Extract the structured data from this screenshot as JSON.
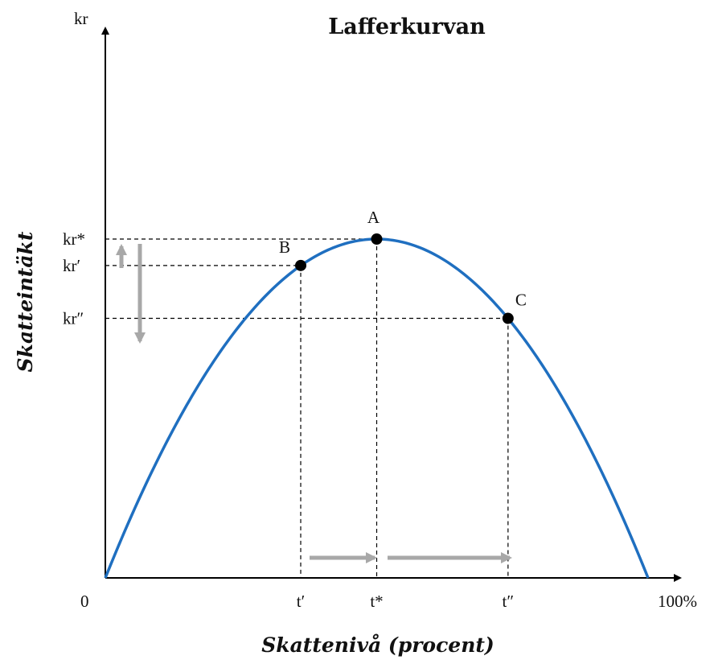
{
  "chart_data": {
    "type": "line",
    "title": "Lafferkurvan",
    "xlabel": "Skattenivå (procent)",
    "ylabel": "Skatteintäkt",
    "y_unit_label": "kr",
    "x_origin_label": "0",
    "x_end_label": "100%",
    "xlim": [
      0,
      1
    ],
    "ylim": [
      0,
      1
    ],
    "curve_shape": "inverted-parabola",
    "series": [
      {
        "color": "#1f6fc0",
        "x": [
          0,
          0.1,
          0.2,
          0.3,
          0.4,
          0.5,
          0.6,
          0.7,
          0.8,
          0.9,
          1.0
        ],
        "y": [
          0,
          0.36,
          0.64,
          0.84,
          0.96,
          1.0,
          0.96,
          0.84,
          0.64,
          0.36,
          0
        ]
      }
    ],
    "points": [
      {
        "label": "A",
        "x_label": "t*",
        "y_label": "kr*",
        "x": 0.5,
        "y": 1.0
      },
      {
        "label": "B",
        "x_label": "t′",
        "y_label": "kr′",
        "x": 0.36,
        "y": 0.922
      },
      {
        "label": "C",
        "x_label": "t″",
        "y_label": "kr″",
        "x": 0.742,
        "y": 0.766
      }
    ],
    "arrows_color": "#a8a8a8"
  }
}
